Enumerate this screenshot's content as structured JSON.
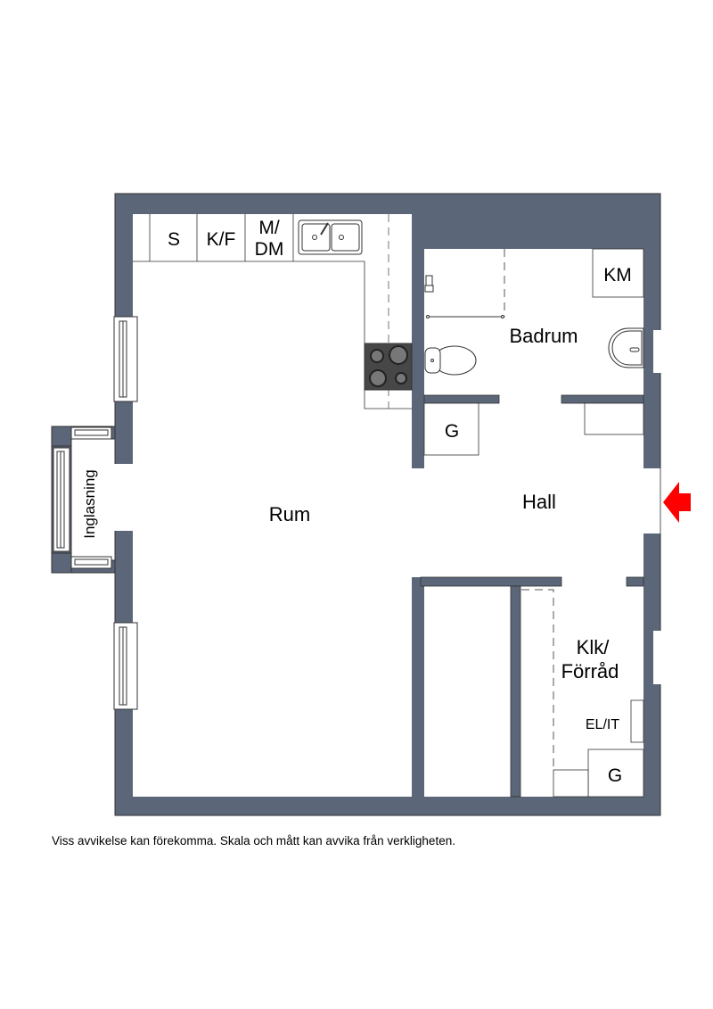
{
  "plan": {
    "rooms": {
      "rum": "Rum",
      "badrum": "Badrum",
      "hall": "Hall",
      "klk_line1": "Klk/",
      "klk_line2": "Förråd",
      "inglasning": "Inglasning"
    },
    "fixtures": {
      "s": "S",
      "kf": "K/F",
      "mdm_line1": "M/",
      "mdm_line2": "DM",
      "km": "KM",
      "g_hall": "G",
      "g_klk": "G",
      "elit": "EL/IT"
    },
    "entrance_icon": "red-arrow-left",
    "colors": {
      "wall": "#5b6678",
      "entrance": "#ff0000",
      "stove": "#474747"
    }
  },
  "footer": {
    "disclaimer": "Viss avvikelse kan förekomma. Skala och mått kan avvika från verkligheten."
  }
}
